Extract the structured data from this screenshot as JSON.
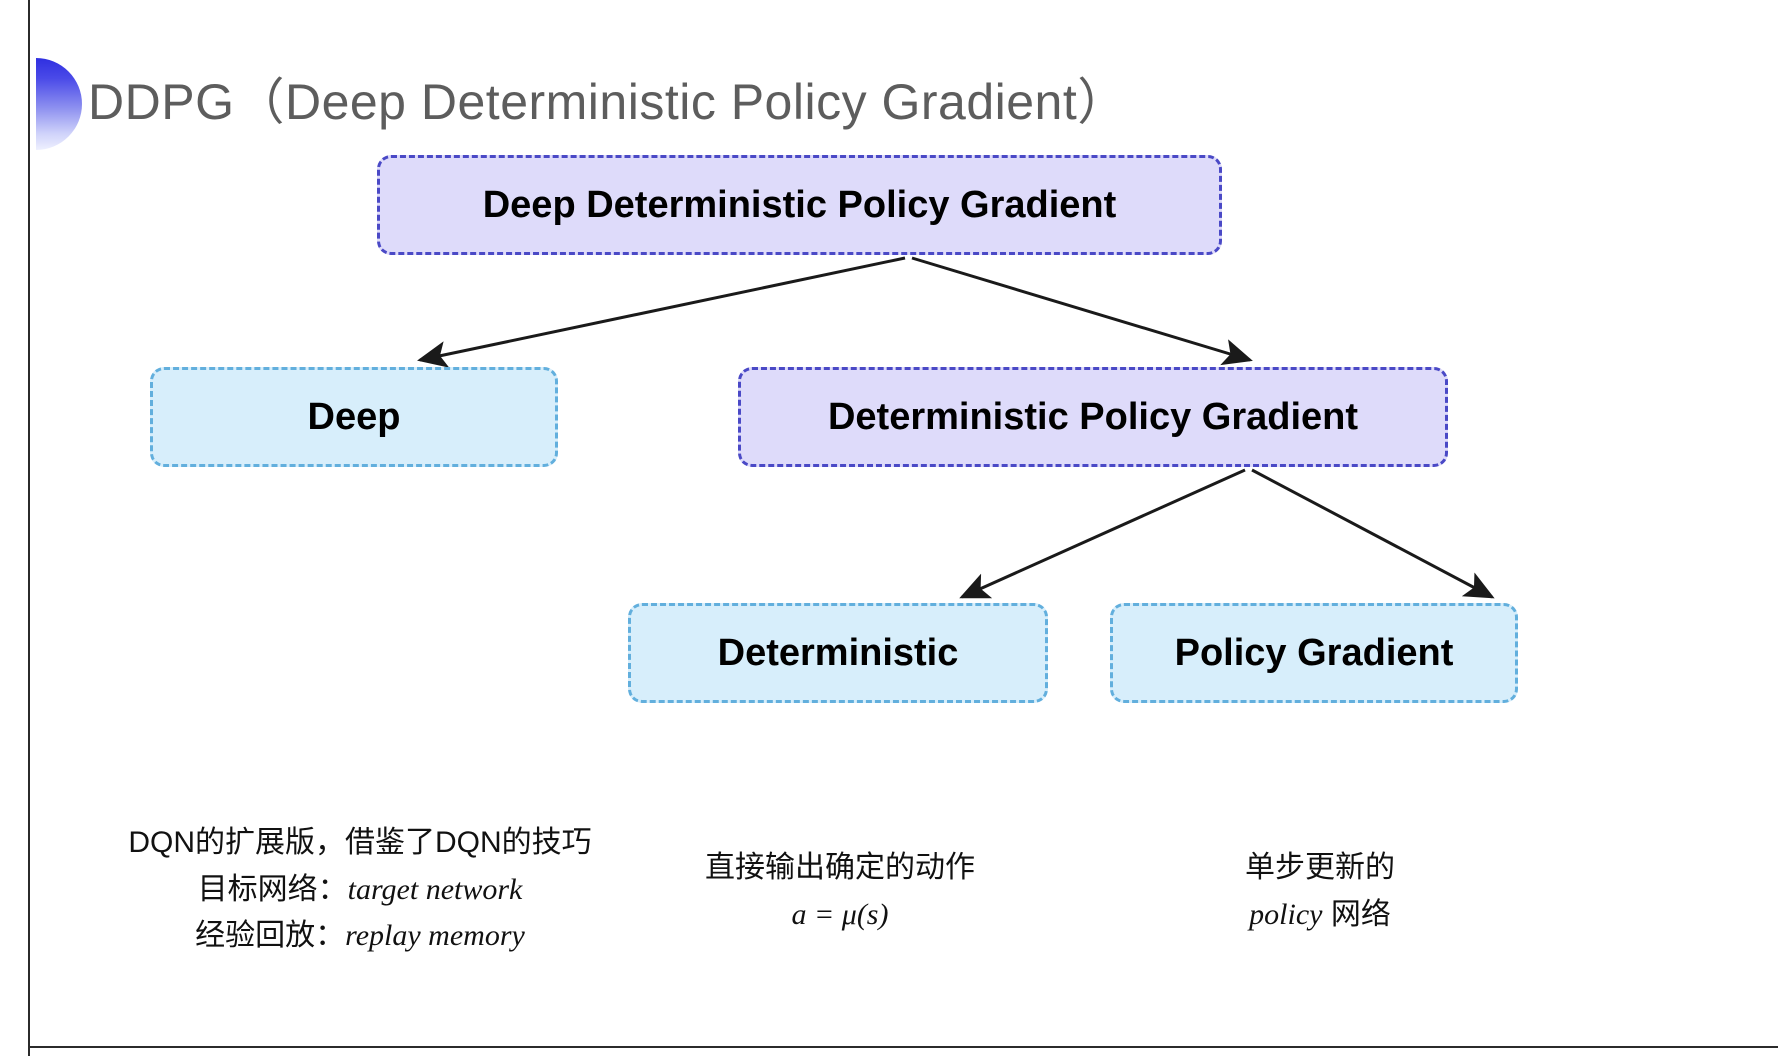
{
  "slide": {
    "title": "DDPG（Deep Deterministic Policy Gradient）",
    "background_color": "#ffffff",
    "title_color": "#5d5d5d",
    "accent_gradient_from": "#2f2fe0",
    "accent_gradient_to": "#eef0fe"
  },
  "diagram": {
    "type": "tree",
    "node_fill_purple": "#dedbfa",
    "node_border_purple": "#4a49c6",
    "node_fill_blue": "#d7eefb",
    "node_border_blue": "#62afdd",
    "arrow_color": "#1a1a1a",
    "nodes": [
      {
        "id": "root",
        "label": "Deep Deterministic Policy Gradient",
        "style": "purple"
      },
      {
        "id": "deep",
        "label": "Deep",
        "style": "blue"
      },
      {
        "id": "dpg",
        "label": "Deterministic Policy Gradient",
        "style": "purple"
      },
      {
        "id": "deterministic",
        "label": "Deterministic",
        "style": "blue"
      },
      {
        "id": "policy_gradient",
        "label": "Policy Gradient",
        "style": "blue"
      }
    ],
    "edges": [
      {
        "from": "root",
        "to": "deep"
      },
      {
        "from": "root",
        "to": "dpg"
      },
      {
        "from": "dpg",
        "to": "deterministic"
      },
      {
        "from": "dpg",
        "to": "policy_gradient"
      }
    ]
  },
  "annotations": {
    "deep": {
      "line1": "DQN的扩展版，借鉴了DQN的技巧",
      "line2_label": "目标网络：",
      "line2_term": "target network",
      "line3_label": "经验回放：",
      "line3_term": "replay memory"
    },
    "deterministic": {
      "line1": "直接输出确定的动作",
      "line2_formula": "a = μ(s)"
    },
    "policy_gradient": {
      "line1": "单步更新的",
      "line2_term": "policy",
      "line2_suffix": " 网络"
    }
  }
}
